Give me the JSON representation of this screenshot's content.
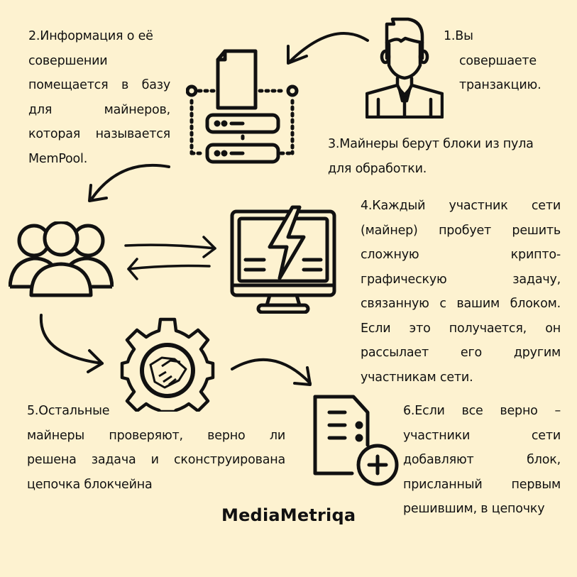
{
  "steps": {
    "step1": {
      "number": "1.",
      "lines": [
        "Вы",
        "совершаете",
        "транзакцию."
      ]
    },
    "step2": {
      "lines": [
        "2.Информация о её",
        "совершении",
        "помещается в базу",
        "для майнеров,",
        "которая называется",
        "MemPool."
      ]
    },
    "step3": {
      "lines": [
        "3.Майнеры берут блоки из пула",
        "для обработки."
      ]
    },
    "step4": {
      "lines": [
        "4.Каждый участник сети",
        "(майнер) пробует решить",
        "сложную крипто-",
        "графическую задачу,",
        "связанную с вашим блоком.",
        "Если это получается, он",
        "рассылает его другим",
        "участникам сети."
      ]
    },
    "step5": {
      "lines": [
        "5.Остальные",
        "майнеры проверяют, верно ли",
        "решена задача и сконструирована",
        "цепочка блокчейна"
      ]
    },
    "step6": {
      "lines": [
        "6.Если все верно –",
        "участники сети",
        "добавляют блок,",
        "присланный первым",
        "решившим, в цепочку"
      ]
    }
  },
  "icons": {
    "user": "businessman-icon",
    "mempool": "database-document-icon",
    "miners": "group-icon",
    "computer": "monitor-lightning-icon",
    "consensus": "gear-handshake-icon",
    "add_block": "document-add-icon"
  },
  "brand": "MediaMetriqa",
  "colors": {
    "background": "#fdf2d0",
    "ink": "#111111"
  }
}
